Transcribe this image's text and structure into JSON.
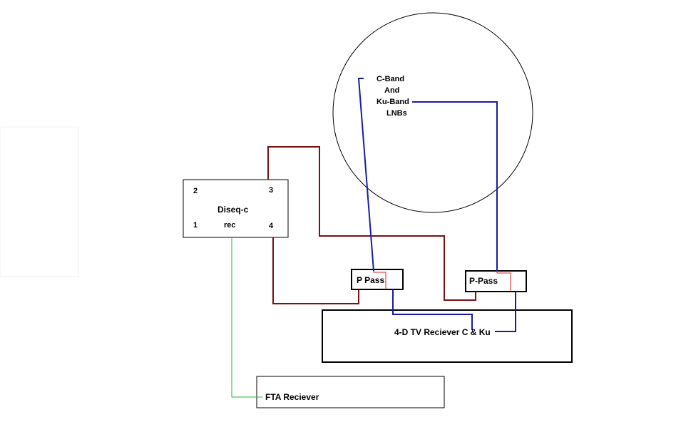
{
  "colors": {
    "background": "#ffffff",
    "outline": "#000000",
    "coax_cable": "#7a1010",
    "lnb_cable": "#1a1aa8",
    "thin_feed": "#e02020",
    "fta_cable": "#22bb33"
  },
  "dish": {
    "lnb_label_lines": [
      "C-Band",
      "And",
      "Ku-Band",
      "LNBs"
    ]
  },
  "diseqc": {
    "port_2": "2",
    "port_3": "3",
    "port_1": "1",
    "port_4": "4",
    "title": "Diseq-c",
    "rec": "rec"
  },
  "p_pass_left": {
    "label": "P Pass"
  },
  "p_pass_right": {
    "label": "P-Pass"
  },
  "receiver_4d": {
    "label": "4-D TV Reciever C & Ku"
  },
  "fta_receiver": {
    "label": "FTA Reciever"
  }
}
